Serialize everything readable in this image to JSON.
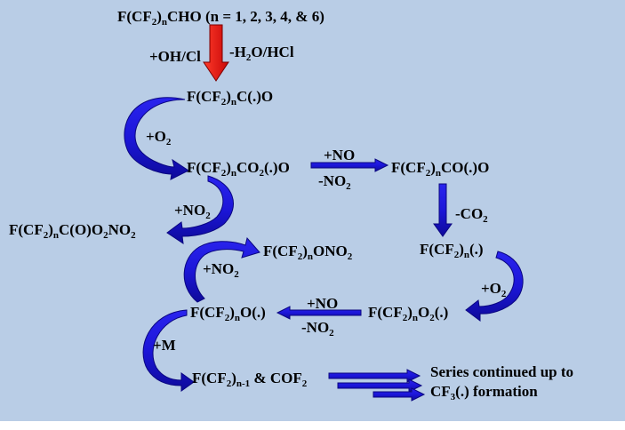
{
  "colors": {
    "background": "#b9cde6",
    "arrow_blue": "#1c16d8",
    "arrow_red": "#e8100f",
    "text": "#000000"
  },
  "nodes": {
    "aldehyde": {
      "main": "F(CF",
      "s1": "2",
      "mid": ")",
      "s2": "n",
      "tail": "CHO (n = 1, 2, 3, 4, & 6)"
    },
    "acyl": {
      "main": "F(CF",
      "s1": "2",
      "mid": ")",
      "s2": "n",
      "tail": "C(.)O"
    },
    "acylperoxy": {
      "main": "F(CF",
      "s1": "2",
      "mid": ")",
      "s2": "n",
      "a": "CO",
      "s3": "2",
      "tail": "(.)O"
    },
    "acyloxy": {
      "main": "F(CF",
      "s1": "2",
      "mid": ")",
      "s2": "n",
      "tail": "CO(.)O"
    },
    "pan": {
      "main": "F(CF",
      "s1": "2",
      "mid": ")",
      "s2": "n",
      "a": "C(O)O",
      "s3": "2",
      "b": "NO",
      "s4": "2"
    },
    "alkyl": {
      "main": "F(CF",
      "s1": "2",
      "mid": ")",
      "s2": "n",
      "tail": "(.)"
    },
    "nitrate": {
      "main": "F(CF",
      "s1": "2",
      "mid": ")",
      "s2": "n",
      "a": "ONO",
      "s3": "2"
    },
    "peroxy": {
      "main": "F(CF",
      "s1": "2",
      "mid": ")",
      "s2": "n",
      "a": "O",
      "s3": "2",
      "tail": "(.)"
    },
    "alkoxy": {
      "main": "F(CF",
      "s1": "2",
      "mid": ")",
      "s2": "n",
      "tail": "O(.)"
    },
    "products": {
      "main": "F(CF",
      "s1": "2",
      "mid": ")",
      "s2": "n-1",
      "a": " & COF",
      "s3": "2"
    },
    "series": {
      "line1": "Series continued up to",
      "l2a": "CF",
      "l2s": "3",
      "l2b": "(.) formation"
    }
  },
  "labels": {
    "oh_cl": "+OH/Cl",
    "h2o_hcl": {
      "a": "-H",
      "s": "2",
      "b": "O/HCl"
    },
    "o2_1": {
      "a": "+O",
      "s": "2"
    },
    "no_1": "+NO",
    "no2_1": {
      "a": "-NO",
      "s": "2"
    },
    "no2_add_1": {
      "a": "+NO",
      "s": "2"
    },
    "co2": {
      "a": "-CO",
      "s": "2"
    },
    "no2_add_2": {
      "a": "+NO",
      "s": "2"
    },
    "o2_2": {
      "a": "+O",
      "s": "2"
    },
    "no_2": "+NO",
    "no2_2": {
      "a": "-NO",
      "s": "2"
    },
    "m": "+M"
  }
}
